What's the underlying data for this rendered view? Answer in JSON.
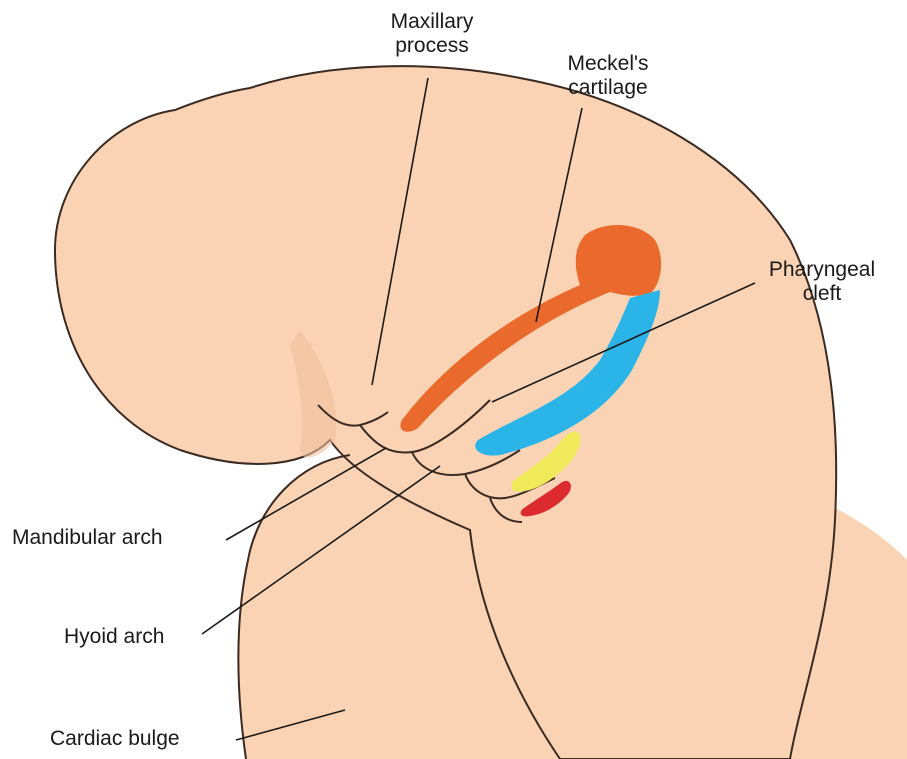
{
  "labels": {
    "maxillary_process": [
      "Maxillary",
      "process"
    ],
    "meckels_cartilage": [
      "Meckel's",
      "cartilage"
    ],
    "pharyngeal_cleft": [
      "Pharyngeal",
      "cleft"
    ],
    "mandibular_arch": "Mandibular arch",
    "hyoid_arch": "Hyoid arch",
    "cardiac_bulge": "Cardiac bulge"
  },
  "colors": {
    "skin": "#f9d3b3",
    "outline": "#3a2a22",
    "meckels_cartilage": "#ea6a2e",
    "hyoid_cartilage": "#2ab4e8",
    "third_arch_cartilage": "#f0ea5a",
    "fourth_arch_cartilage": "#dd2a2e",
    "leader_line": "#1a1a1a"
  }
}
